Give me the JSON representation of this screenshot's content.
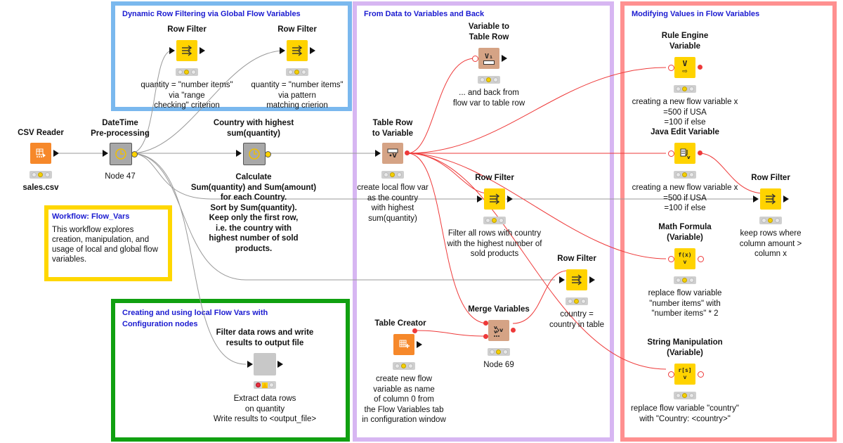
{
  "annotations": {
    "dynamic": {
      "title": "Dynamic Row Filtering via Global Flow Variables",
      "border": "#7ab8ee"
    },
    "from_data": {
      "title": "From Data to Variables and Back",
      "border": "#d7b6f2"
    },
    "modifying": {
      "title": "Modifying Values in Flow Variables",
      "border": "#ff9090"
    },
    "local": {
      "title": "Creating and using local Flow Vars with\nConfiguration nodes",
      "border": "#10a010"
    }
  },
  "workflow_box": {
    "title": "Workflow: Flow_Vars",
    "description": "This workflow explores creation, manipulation, and usage of local and global flow variables."
  },
  "colors": {
    "source_node": "#f6882a",
    "manipulator_node": "#ffd300",
    "other_node": "#a8a8a8",
    "flowvar_node": "#d5a385",
    "data_edge": "#9a9a9a",
    "flowvar_edge": "#ee3a3a"
  },
  "nodes": {
    "csv_reader": {
      "title": "CSV Reader",
      "label": "sales.csv",
      "icon": "table-read-icon"
    },
    "datetime": {
      "title": "DateTime\nPre-processing",
      "label": "Node 47",
      "icon": "clock-icon"
    },
    "row_filter_1": {
      "title": "Row Filter",
      "label": "quantity = \"number items\"\nvia \"range\nchecking\" criterion",
      "icon": "filter-rows-icon"
    },
    "row_filter_2": {
      "title": "Row Filter",
      "label": "quantity = \"number items\"\nvia pattern\nmatching crierion",
      "icon": "filter-rows-icon"
    },
    "country_sum": {
      "title": "Country with highest\nsum(quantity)",
      "label": "Calculate\nSum(quantity) and Sum(amount)\nfor each Country.\nSort by Sum(quantity).\nKeep only the first row,\ni.e. the country with\nhighest number of sold\nproducts.",
      "icon": "clock-icon"
    },
    "table_row_var": {
      "title": "Table Row\nto Variable",
      "label": "create local flow var\nas the country\nwith highest\nsum(quantity)",
      "icon": "table-to-var-icon"
    },
    "var_table_row": {
      "title": "Variable to\nTable Row",
      "label": "... and back from\nflow var to table row",
      "icon": "var-to-table-icon",
      "glyph": "V₁"
    },
    "row_filter_3": {
      "title": "Row Filter",
      "label": "Filter all rows with country\nwith the highest number of\nsold products",
      "icon": "filter-rows-icon"
    },
    "row_filter_4": {
      "title": "Row Filter",
      "label": "country =\ncountry in table",
      "icon": "filter-rows-icon"
    },
    "merge_vars": {
      "title": "Merge Variables",
      "label": "Node 69",
      "icon": "merge-variables-icon"
    },
    "table_creator": {
      "title": "Table Creator",
      "label": "create new flow\nvariable as name\nof column 0 from\nthe Flow Variables tab\nin configuration window",
      "icon": "table-create-icon"
    },
    "component": {
      "title": "Filter data rows and write\nresults to output file",
      "label": "Extract data rows\non quantity\nWrite results to <output_file>",
      "icon": "component-icon"
    },
    "rule_engine": {
      "title": "Rule Engine\nVariable",
      "label": "creating a new flow variable x\n=500 if USA\n=100 if else",
      "icon": "rule-engine-icon",
      "glyph": "V"
    },
    "java_edit": {
      "title": "Java Edit Variable",
      "label": "creating a new flow variable x\n=500 if USA\n=100 if else",
      "icon": "java-edit-icon"
    },
    "row_filter_5": {
      "title": "Row Filter",
      "label": "keep rows where\ncolumn amount >\ncolumn x",
      "icon": "filter-rows-icon"
    },
    "math_formula": {
      "title": "Math Formula\n(Variable)",
      "label": "replace flow variable\n\"number items\" with\n\"number items\" * 2",
      "icon": "math-formula-icon",
      "glyph": "f(x)"
    },
    "string_manip": {
      "title": "String Manipulation\n(Variable)",
      "label": "replace flow variable \"country\"\nwith \"Country: <country>\"",
      "icon": "string-manipulation-icon",
      "glyph": "r[s]"
    }
  }
}
